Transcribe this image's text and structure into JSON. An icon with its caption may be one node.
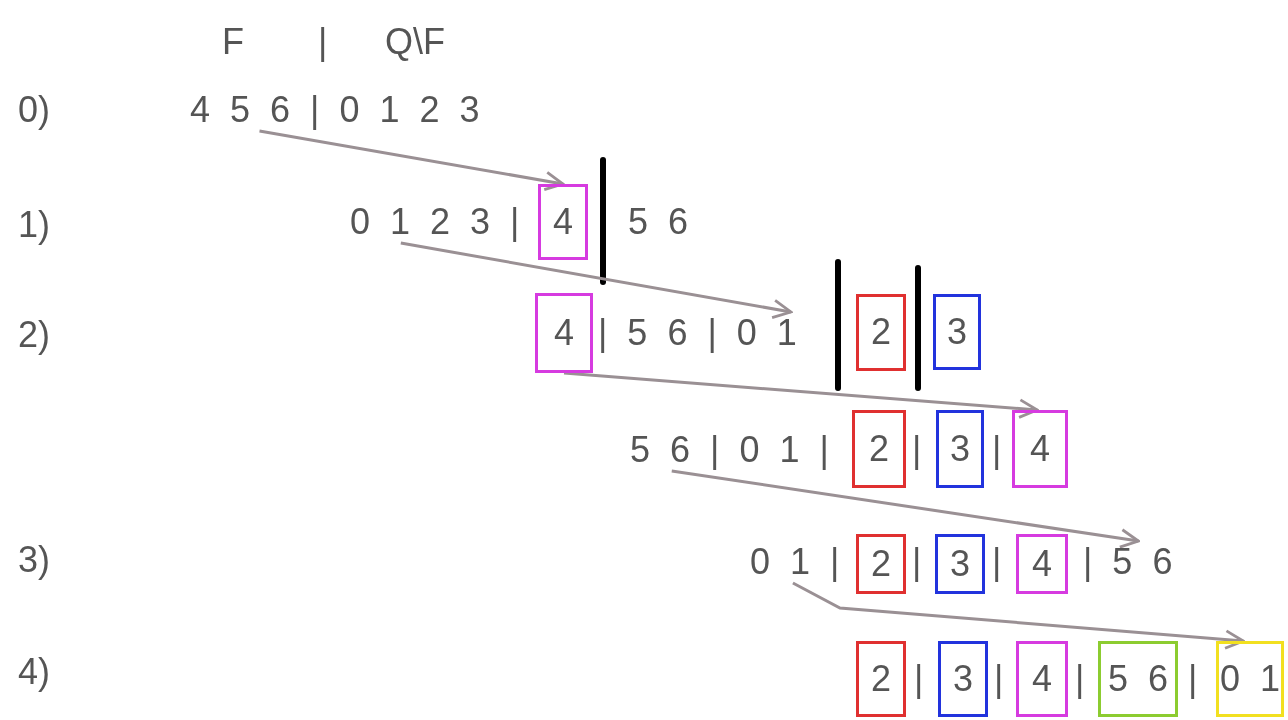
{
  "diagram": {
    "nodes": [
      {
        "text": [
          "4 5 6 | 0 1 2 3"
        ]
      },
      {
        "text": [
          "0 1 2 3 |"
        ]
      },
      {
        "text": [
          "4"
        ]
      },
      {
        "text": [
          "4"
        ]
      },
      {
        "text": [
          "| 5 6 | 0 1"
        ]
      },
      {
        "text": [
          "2"
        ]
      },
      {
        "text": [
          "3"
        ]
      },
      {
        "text": [
          "5 6 | 0 1 |"
        ]
      },
      {
        "text": [
          "2"
        ]
      },
      {
        "text": [
          "3"
        ]
      },
      {
        "text": [
          "4"
        ]
      },
      {
        "text": [
          "0 1 |"
        ]
      },
      {
        "text": [
          "2"
        ]
      },
      {
        "text": [
          "3"
        ]
      },
      {
        "text": [
          "4"
        ]
      },
      {
        "text": [
          "| 5 6"
        ]
      },
      {
        "text": [
          "2"
        ]
      },
      {
        "text": [
          "3"
        ]
      },
      {
        "text": [
          "4"
        ]
      },
      {
        "text": [
          "5 6"
        ]
      },
      {
        "text": [
          "0 1"
        ]
      }
    ],
    "edges": [
      {
        "from": 0,
        "to": 2,
        "arrow": "to"
      },
      {
        "from": 1,
        "to": 4,
        "arrow": "to"
      },
      {
        "from": 3,
        "to": 10,
        "arrow": "to"
      },
      {
        "from": 7,
        "to": 15,
        "arrow": "to"
      },
      {
        "from": 11,
        "to": 20,
        "arrow": "to"
      }
    ],
    "labels": [
      "F",
      "|",
      "Q\\F",
      "0)",
      "1)",
      "5 6",
      "2)",
      "|",
      "|",
      "3)",
      "|",
      "|",
      "4)",
      "|",
      "|",
      "|",
      "|"
    ]
  }
}
